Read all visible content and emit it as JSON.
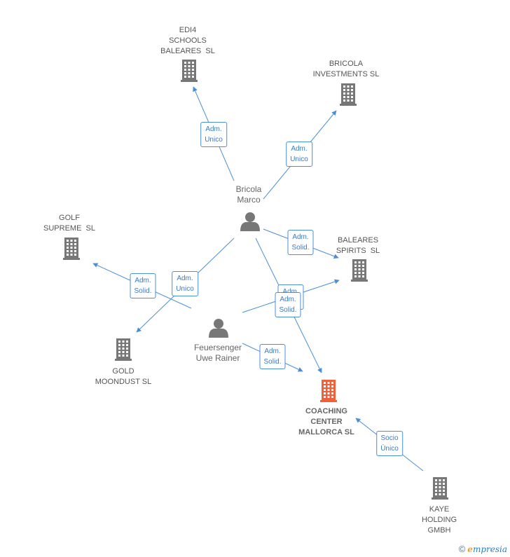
{
  "nodes": [
    {
      "id": "edi4",
      "kind": "company",
      "label": "EDI4\nSCHOOLS\nBALEARES  SL"
    },
    {
      "id": "bricola_inv",
      "kind": "company",
      "label": "BRICOLA\nINVESTMENTS SL"
    },
    {
      "id": "golf",
      "kind": "company",
      "label": "GOLF\nSUPREME  SL"
    },
    {
      "id": "baleares",
      "kind": "company",
      "label": "BALEARES\nSPIRITS  SL"
    },
    {
      "id": "gold",
      "kind": "company",
      "label": "GOLD\nMOONDUST SL"
    },
    {
      "id": "coaching",
      "kind": "main_company",
      "label": "COACHING\nCENTER\nMALLORCA SL"
    },
    {
      "id": "kaye",
      "kind": "company",
      "label": "KAYE\nHOLDING\nGMBH"
    },
    {
      "id": "bricola_marco",
      "kind": "person",
      "label": "Bricola\nMarco"
    },
    {
      "id": "feuersenger",
      "kind": "person",
      "label": "Feuersenger\nUwe Rainer"
    }
  ],
  "edges": [
    {
      "from": "bricola_marco",
      "to": "edi4",
      "label": "Adm.\nUnico"
    },
    {
      "from": "bricola_marco",
      "to": "bricola_inv",
      "label": "Adm.\nUnico"
    },
    {
      "from": "bricola_marco",
      "to": "baleares",
      "label": "Adm.\nSolid."
    },
    {
      "from": "bricola_marco",
      "to": "gold",
      "label": "Adm.\nUnico"
    },
    {
      "from": "bricola_marco",
      "to": "coaching",
      "label": "Adm.\nSolid."
    },
    {
      "from": "feuersenger",
      "to": "golf",
      "label": "Adm.\nSolid."
    },
    {
      "from": "feuersenger",
      "to": "baleares",
      "label": "Adm.\nSolid."
    },
    {
      "from": "feuersenger",
      "to": "coaching",
      "label": "Adm.\nSolid."
    },
    {
      "from": "kaye",
      "to": "coaching",
      "label": "Socio\nÚnico"
    }
  ],
  "footer": {
    "copyright": "©",
    "brand_initial": "e",
    "brand_rest": "mpresia"
  },
  "colors": {
    "edge": "#4a8fd6",
    "company": "#777777",
    "main_company": "#f0603a",
    "person": "#777777"
  }
}
